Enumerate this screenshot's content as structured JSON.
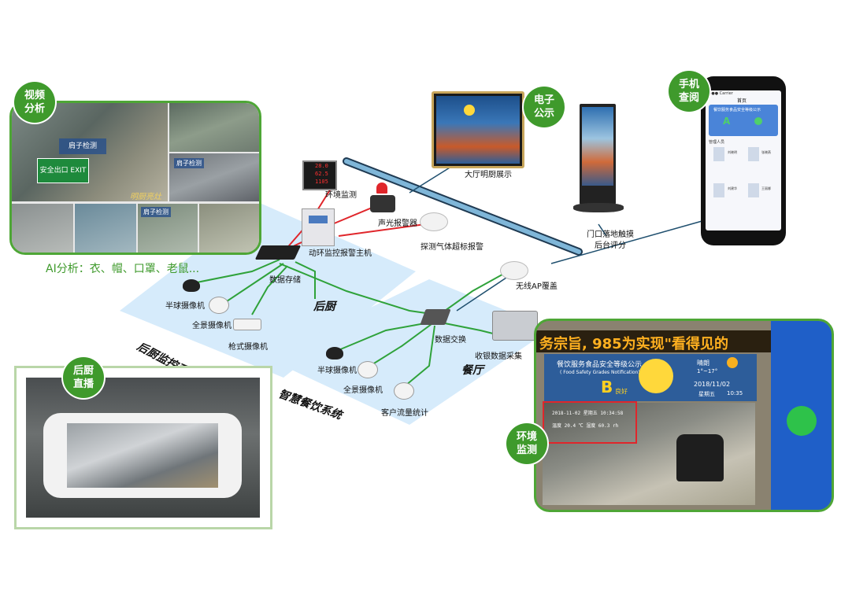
{
  "badges": {
    "video_analysis": "视频\n分析",
    "e_display": "电子\n公示",
    "mobile_query": "手机\n查阅",
    "kitchen_live": "后厨\n直播",
    "env_monitor": "环境\n监测"
  },
  "ai_analysis": "AI分析：衣、帽、口罩、老鼠...",
  "devices": {
    "env_monitor": "环境监测",
    "sound_light_alarm": "声光报警器",
    "gas_alarm": "探测气体超标报警",
    "host": "动环监控报警主机",
    "storage": "数据存储",
    "dome_cam_kitchen": "半球摄像机",
    "pano_cam_kitchen": "全景摄像机",
    "bullet_cam": "枪式摄像机",
    "hall_display": "大厅明厨展示",
    "kiosk": "门口落地触摸\n后台评分",
    "wifi": "无线AP覆盖",
    "switch": "数据交换",
    "cash": "收银数据采集",
    "dome_cam_hall": "半球摄像机",
    "pano_cam_hall": "全景摄像机",
    "flow_cam": "客户流量统计"
  },
  "zones": {
    "kitchen": "后厨",
    "kitchen_system": "后厨监控系统",
    "restaurant": "餐厅",
    "smart_system": "智慧餐饮系统"
  },
  "screenshot_text": {
    "sign_top": "肩子检测",
    "exit_sign": "安全出口 EXIT",
    "ming_chu": "明厨亮灶",
    "tile_brand1": "肩子检测",
    "tile_brand2": "肩子检测"
  },
  "sensor_panel": {
    "r1": "28.0",
    "r2": "62.5",
    "r3": "1105"
  },
  "env_photo": {
    "ticker": "务宗旨, 985为实现\"看得见的",
    "notice_title": "餐饮服务食品安全等级公示",
    "notice_sub": "( Food Safety Grades Notification)",
    "grade": "B",
    "grade_text": "良好",
    "weather": "晴朗",
    "temp": "1°~17°",
    "date": "2018/11/02",
    "weekday": "星期五",
    "time": "10:35",
    "overlay_line1": "2018-11-02  星期五  10:34:58",
    "overlay_line2": "温度 20.4 ℃  湿度 60.3 rh"
  },
  "phone": {
    "carrier": "●●● Carrier",
    "title": "首页",
    "company": "餐饮服务食品安全等级公示",
    "grade_a": "A",
    "section": "管理人员",
    "people": [
      "刘晓明",
      "张晓燕",
      "刘建华",
      "王丽娜"
    ]
  },
  "colors": {
    "green": "#3f9a2c",
    "frame_green": "#4ea636",
    "zone_blue": "#d6ebfb",
    "red_line": "#e0262b",
    "green_line": "#2fa23a",
    "dark_line": "#1f3a52"
  }
}
